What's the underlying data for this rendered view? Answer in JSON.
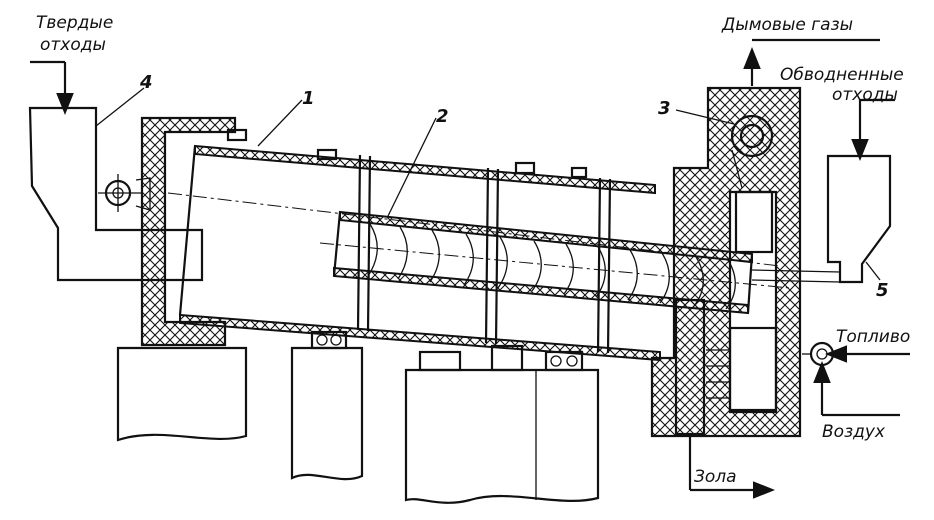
{
  "labels": {
    "solid_waste_line1": "Твердые",
    "solid_waste_line2": "отходы",
    "flue_gases": "Дымовые газы",
    "watered_waste_line1": "Обводненные",
    "watered_waste_line2": "отходы",
    "fuel": "Топливо",
    "air": "Воздух",
    "ash": "Зола"
  },
  "callouts": {
    "n1": "1",
    "n2": "2",
    "n3": "3",
    "n4": "4",
    "n5": "5"
  }
}
